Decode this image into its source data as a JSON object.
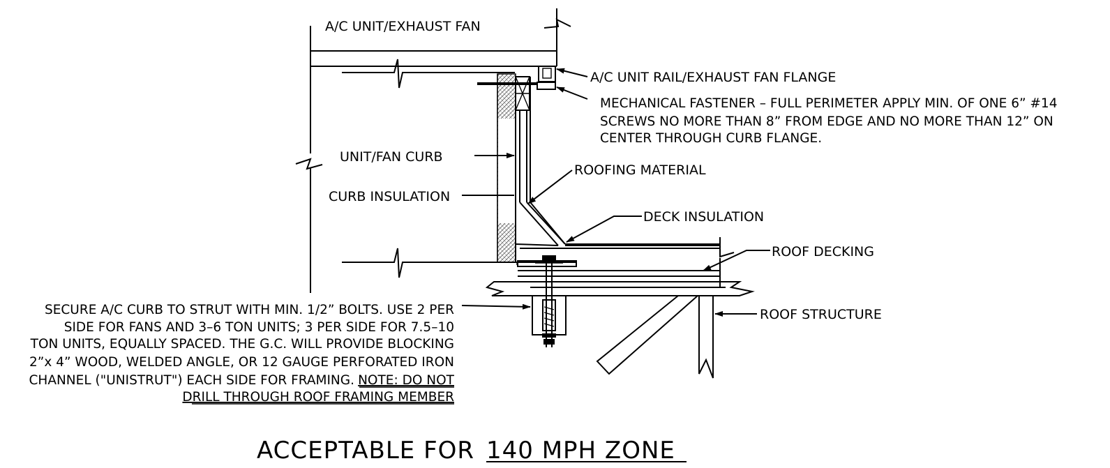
{
  "labels": {
    "unit_fan": "A/C UNIT/EXHAUST FAN",
    "rail_flange": "A/C UNIT RAIL/EXHAUST FAN FLANGE",
    "fastener_lines": [
      "MECHANICAL FASTENER – FULL PERIMETER APPLY MIN. OF ONE 6” #14",
      "SCREWS NO MORE THAN 8” FROM EDGE AND NO MORE THAN 12” ON",
      "CENTER THROUGH CURB FLANGE."
    ],
    "unit_fan_curb": "UNIT/FAN CURB",
    "roofing_material": "ROOFING MATERIAL",
    "curb_insulation": "CURB INSULATION",
    "deck_insulation": "DECK INSULATION",
    "roof_decking": "ROOF DECKING",
    "roof_structure": "ROOF STRUCTURE",
    "secure_lines": [
      "SECURE A/C CURB TO STRUT WITH MIN. 1/2” BOLTS. USE 2 PER",
      "SIDE FOR FANS AND 3–6 TON UNITS; 3 PER SIDE FOR 7.5–10",
      "TON UNITS, EQUALLY SPACED. THE G.C. WILL PROVIDE BLOCKING",
      "2”x 4” WOOD, WELDED ANGLE, OR 12 GAUGE PERFORATED IRON",
      "CHANNEL (\"UNISTRUT\") EACH SIDE FOR FRAMING."
    ],
    "note_prefix": "NOTE: DO NOT",
    "note_line2": "DRILL THROUGH ROOF FRAMING MEMBER"
  },
  "title": {
    "prefix": "ACCEPTABLE FOR ",
    "zone": "140 MPH ZONE"
  }
}
